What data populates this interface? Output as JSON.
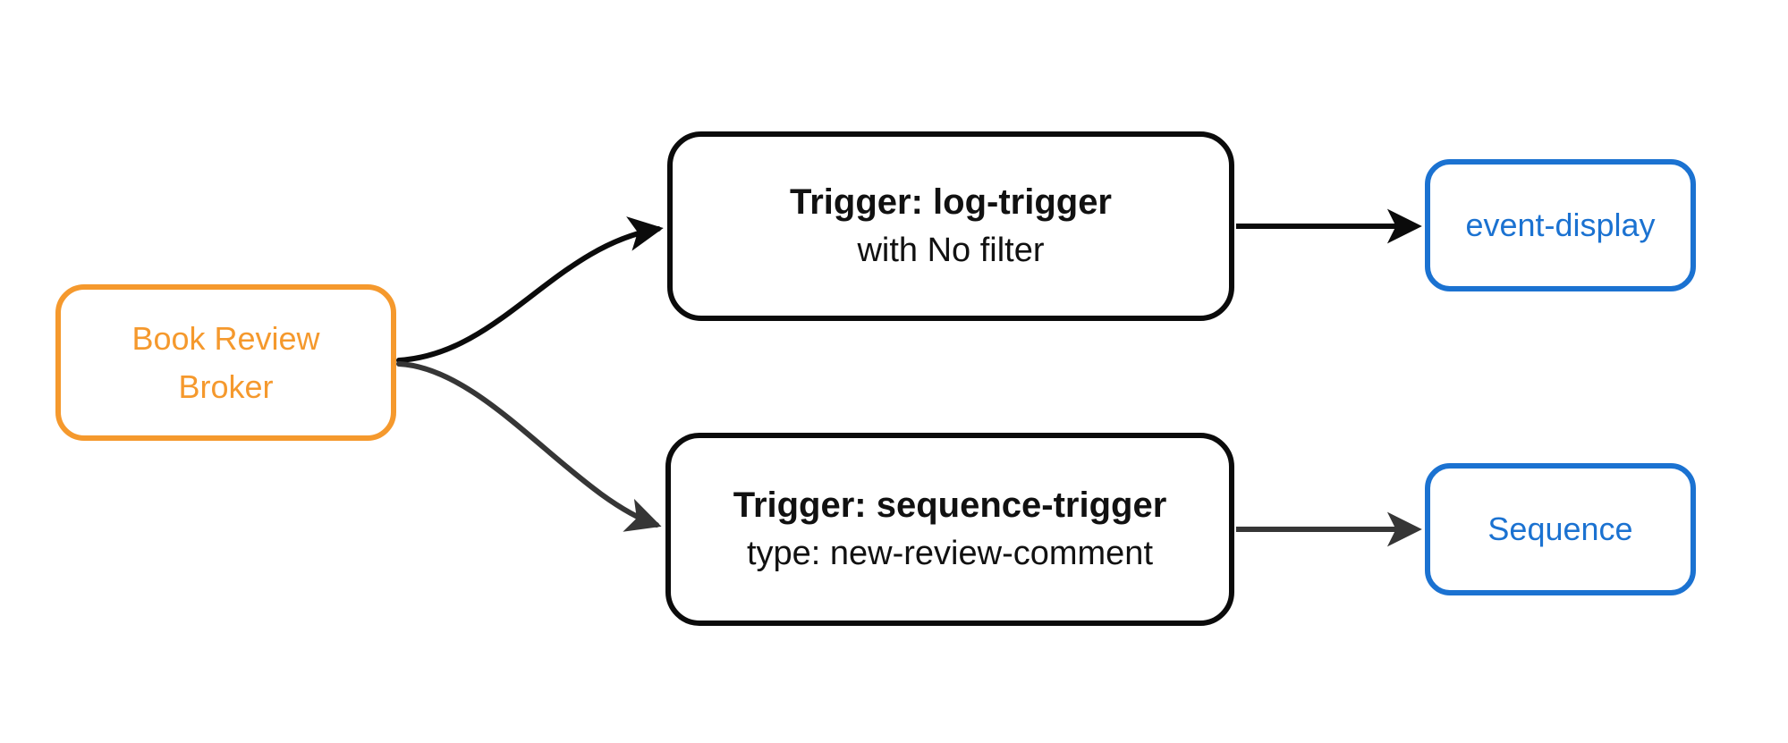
{
  "diagram": {
    "background": "#FFFFFF",
    "nodes": {
      "broker": {
        "label": "Book Review Broker",
        "color": "#F5992D"
      },
      "log_trigger": {
        "title": "Trigger: log-trigger",
        "subtitle": "with No filter",
        "border_color": "#0B0B0B"
      },
      "sequence_trigger": {
        "title": "Trigger: sequence-trigger",
        "subtitle": "type: new-review-comment",
        "border_color": "#0B0B0B"
      },
      "event_display": {
        "label": "event-display",
        "color": "#1B72D1"
      },
      "sequence": {
        "label": "Sequence",
        "color": "#1B72D1"
      }
    },
    "edges": [
      {
        "from": "broker",
        "to": "log_trigger",
        "color": "#0B0B0B",
        "style": "curved-arrow"
      },
      {
        "from": "broker",
        "to": "sequence_trigger",
        "color": "#363636",
        "style": "curved-arrow"
      },
      {
        "from": "log_trigger",
        "to": "event_display",
        "color": "#0B0B0B",
        "style": "straight-arrow"
      },
      {
        "from": "sequence_trigger",
        "to": "sequence",
        "color": "#363636",
        "style": "straight-arrow"
      }
    ]
  }
}
